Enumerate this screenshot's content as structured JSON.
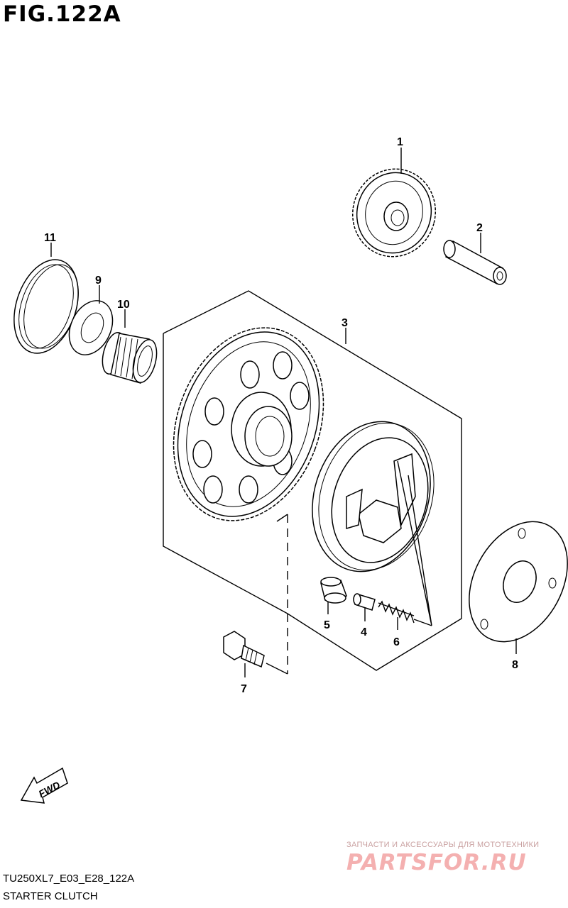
{
  "figure": {
    "title": "FIG.122A",
    "model_code": "TU250XL7_E03_E28_122A",
    "section_name": "STARTER CLUTCH",
    "fwd_label": "FWD"
  },
  "callouts": [
    "1",
    "2",
    "3",
    "4",
    "5",
    "6",
    "7",
    "8",
    "9",
    "10",
    "11"
  ],
  "watermark": {
    "tagline": "ЗАПЧАСТИ И АКСЕССУАРЫ ДЛЯ МОТОТЕХНИКИ",
    "brand": "PARTSFOR.RU"
  }
}
